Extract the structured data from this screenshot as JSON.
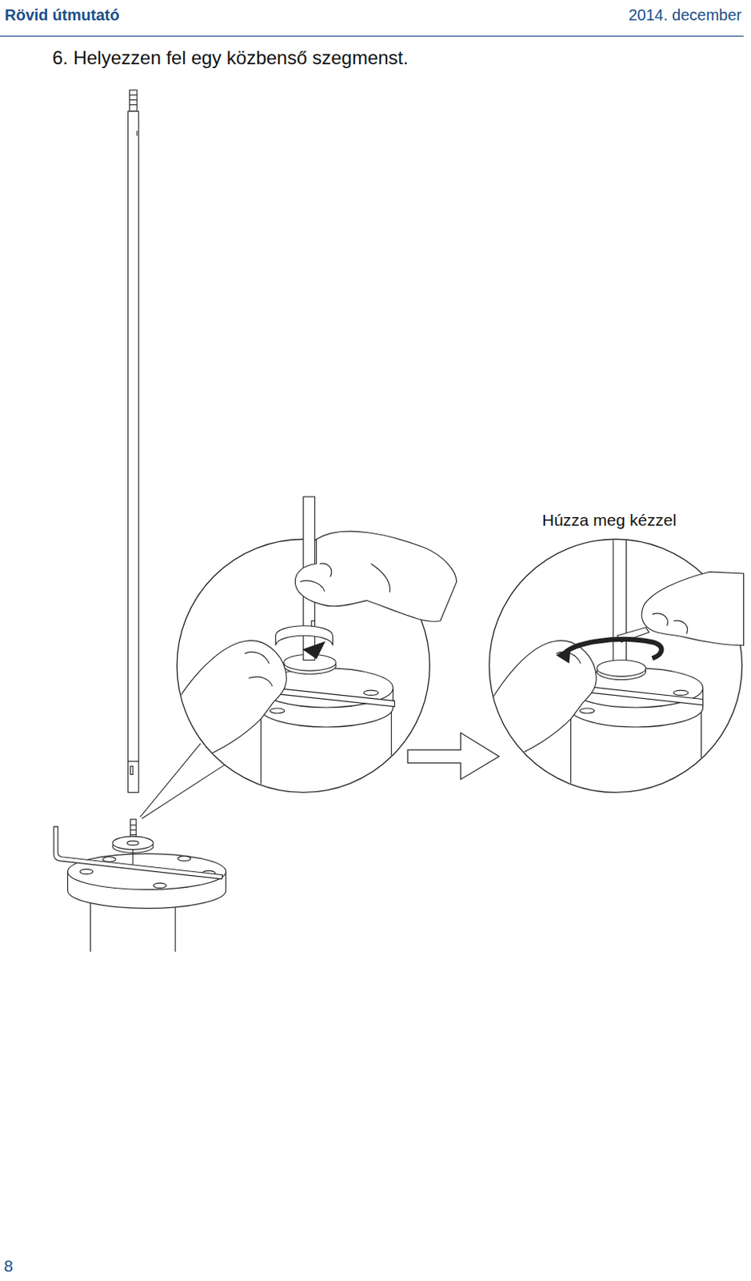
{
  "diagram": {
    "title": "6. Helyezzen fel egy közbenső szegmenst.",
    "labels": [
      "Rövid útmutató",
      "2014. december",
      "Húzza meg kézzel",
      "8"
    ]
  }
}
